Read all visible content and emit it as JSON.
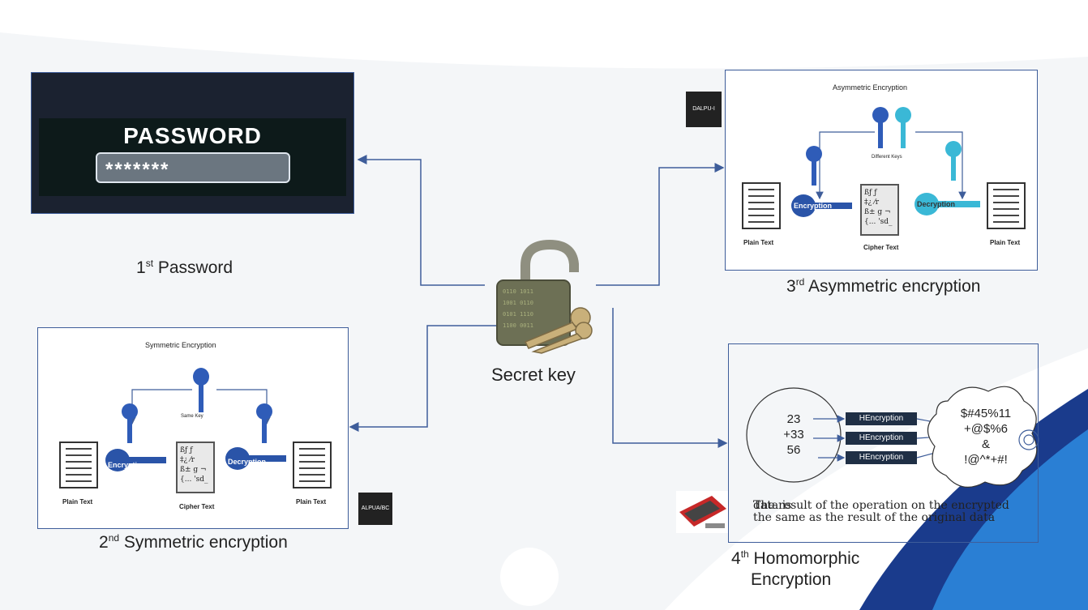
{
  "password_panel": {
    "title": "PASSWORD",
    "field_value": "*******"
  },
  "captions": {
    "first": {
      "num": "1",
      "sup": "st",
      "text": " Password"
    },
    "second": {
      "num": "2",
      "sup": "nd",
      "text": " Symmetric encryption"
    },
    "third": {
      "num": "3",
      "sup": "rd",
      "text": " Asymmetric encryption"
    },
    "fourth_line1": {
      "num": "4",
      "sup": "th",
      "text": " Homomorphic"
    },
    "fourth_line2": "Encryption"
  },
  "center": {
    "label": "Secret key"
  },
  "symmetric": {
    "title": "Symmetric Encryption",
    "key_label": "Same Key",
    "plain_left": "Plain Text",
    "plain_right": "Plain Text",
    "cipher": "Cipher Text",
    "enc": "Encryption",
    "dec": "Decryption",
    "chip": "ALPUA/BC"
  },
  "asymmetric": {
    "title": "Asymmetric Encryption",
    "key_label": "Different Keys",
    "plain_left": "Plain Text",
    "plain_right": "Plain Text",
    "cipher": "Cipher Text",
    "enc": "Encryption",
    "dec": "Decryption",
    "chip": "DALPU-I"
  },
  "homomorphic": {
    "numbers": [
      "23",
      "+33",
      "56"
    ],
    "henc": [
      "HEncryption",
      "HEncryption",
      "HEncryption"
    ],
    "cloud": [
      "$#45%11",
      "+@$%6",
      "&",
      "!@^*+#!"
    ],
    "result_line1": "The result of the operation on the encrypted",
    "result_overlap": "data is",
    "result_line2": "the same as the result of the original data"
  },
  "cipher_glyphs": [
    "ßƒ ƒ",
    "‡¿ ⁄r",
    "ß± g ¬",
    "{... 'sd_"
  ]
}
